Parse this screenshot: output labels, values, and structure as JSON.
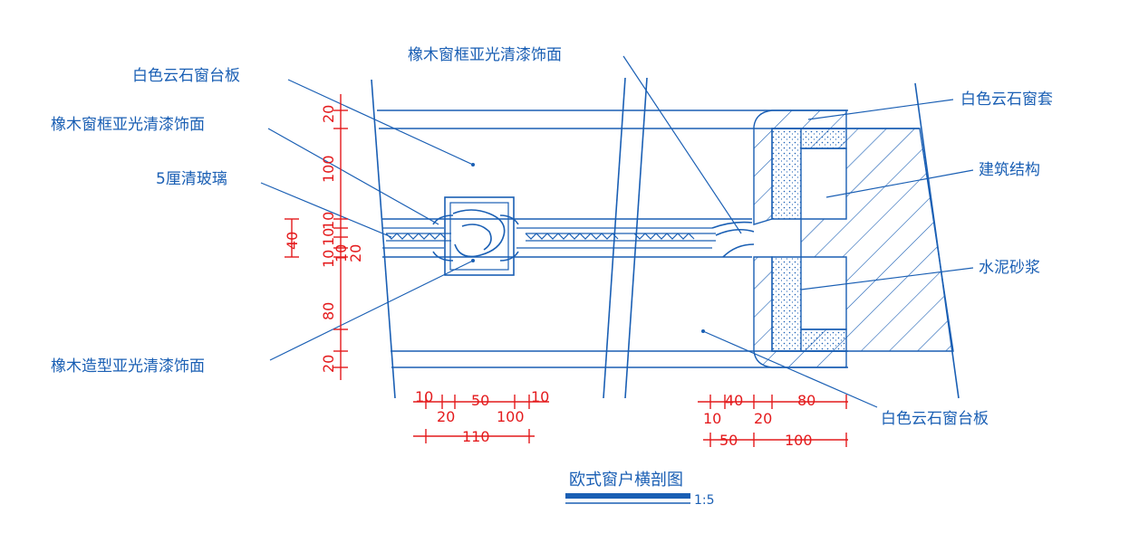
{
  "labels": {
    "sill_board_top": "白色云石窗台板",
    "frame_finish_top": "橡木窗框亚光清漆饰面",
    "frame_finish_left": "橡木窗框亚光清漆饰面",
    "glass": "5厘清玻璃",
    "carved_finish": "橡木造型亚光清漆饰面",
    "window_casing": "白色云石窗套",
    "structure": "建筑结构",
    "mortar": "水泥砂浆",
    "sill_board_bottom": "白色云石窗台板"
  },
  "dimensions": {
    "left_vertical": [
      "20",
      "100",
      "10",
      "10",
      "10",
      "10",
      "80",
      "20"
    ],
    "left_vertical_total": "40",
    "left_vertical_total2": "20",
    "bottom_left_top": [
      "10",
      "50",
      "10"
    ],
    "bottom_left_bottom": [
      "20",
      "100"
    ],
    "bottom_left_total": "110",
    "bottom_right_top": [
      "40",
      "80"
    ],
    "bottom_right_bottom": [
      "10",
      "20"
    ],
    "bottom_right_total": [
      "50",
      "100"
    ]
  },
  "title": {
    "text": "欧式窗户横剖图",
    "scale": "1:5"
  },
  "colors": {
    "line": "#1a5fb4",
    "dimension": "#e41a1c"
  }
}
